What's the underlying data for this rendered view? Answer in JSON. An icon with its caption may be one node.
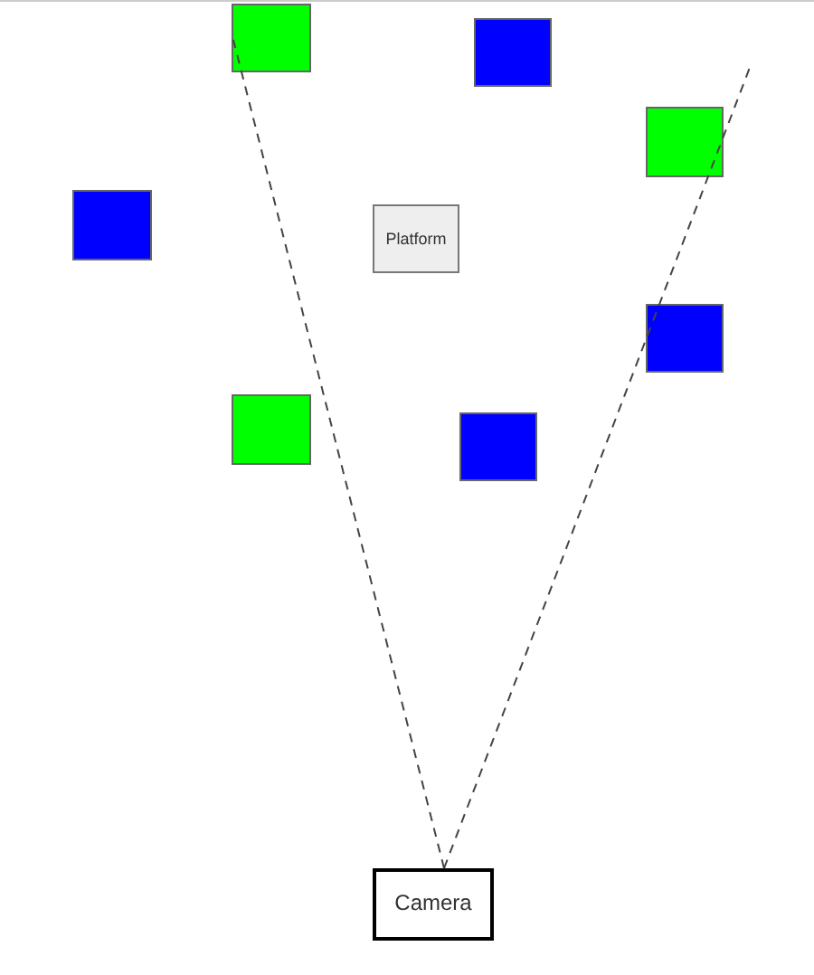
{
  "diagram": {
    "nodes": [
      {
        "text": [],
        "shape": "box"
      },
      {
        "text": [],
        "shape": "box"
      },
      {
        "text": [],
        "shape": "box"
      },
      {
        "text": [],
        "shape": "box"
      },
      {
        "text": [
          "Platform"
        ]
      },
      {
        "text": [],
        "shape": "box"
      },
      {
        "text": [],
        "shape": "box"
      },
      {
        "text": [],
        "shape": "box"
      },
      {
        "text": [
          "Camera"
        ]
      }
    ],
    "edges": [
      {
        "from": 8,
        "to": 0,
        "arrow": "none",
        "style": "dashed"
      },
      {
        "from": 8,
        "to": null,
        "arrow": "none",
        "style": "dashed"
      }
    ]
  }
}
